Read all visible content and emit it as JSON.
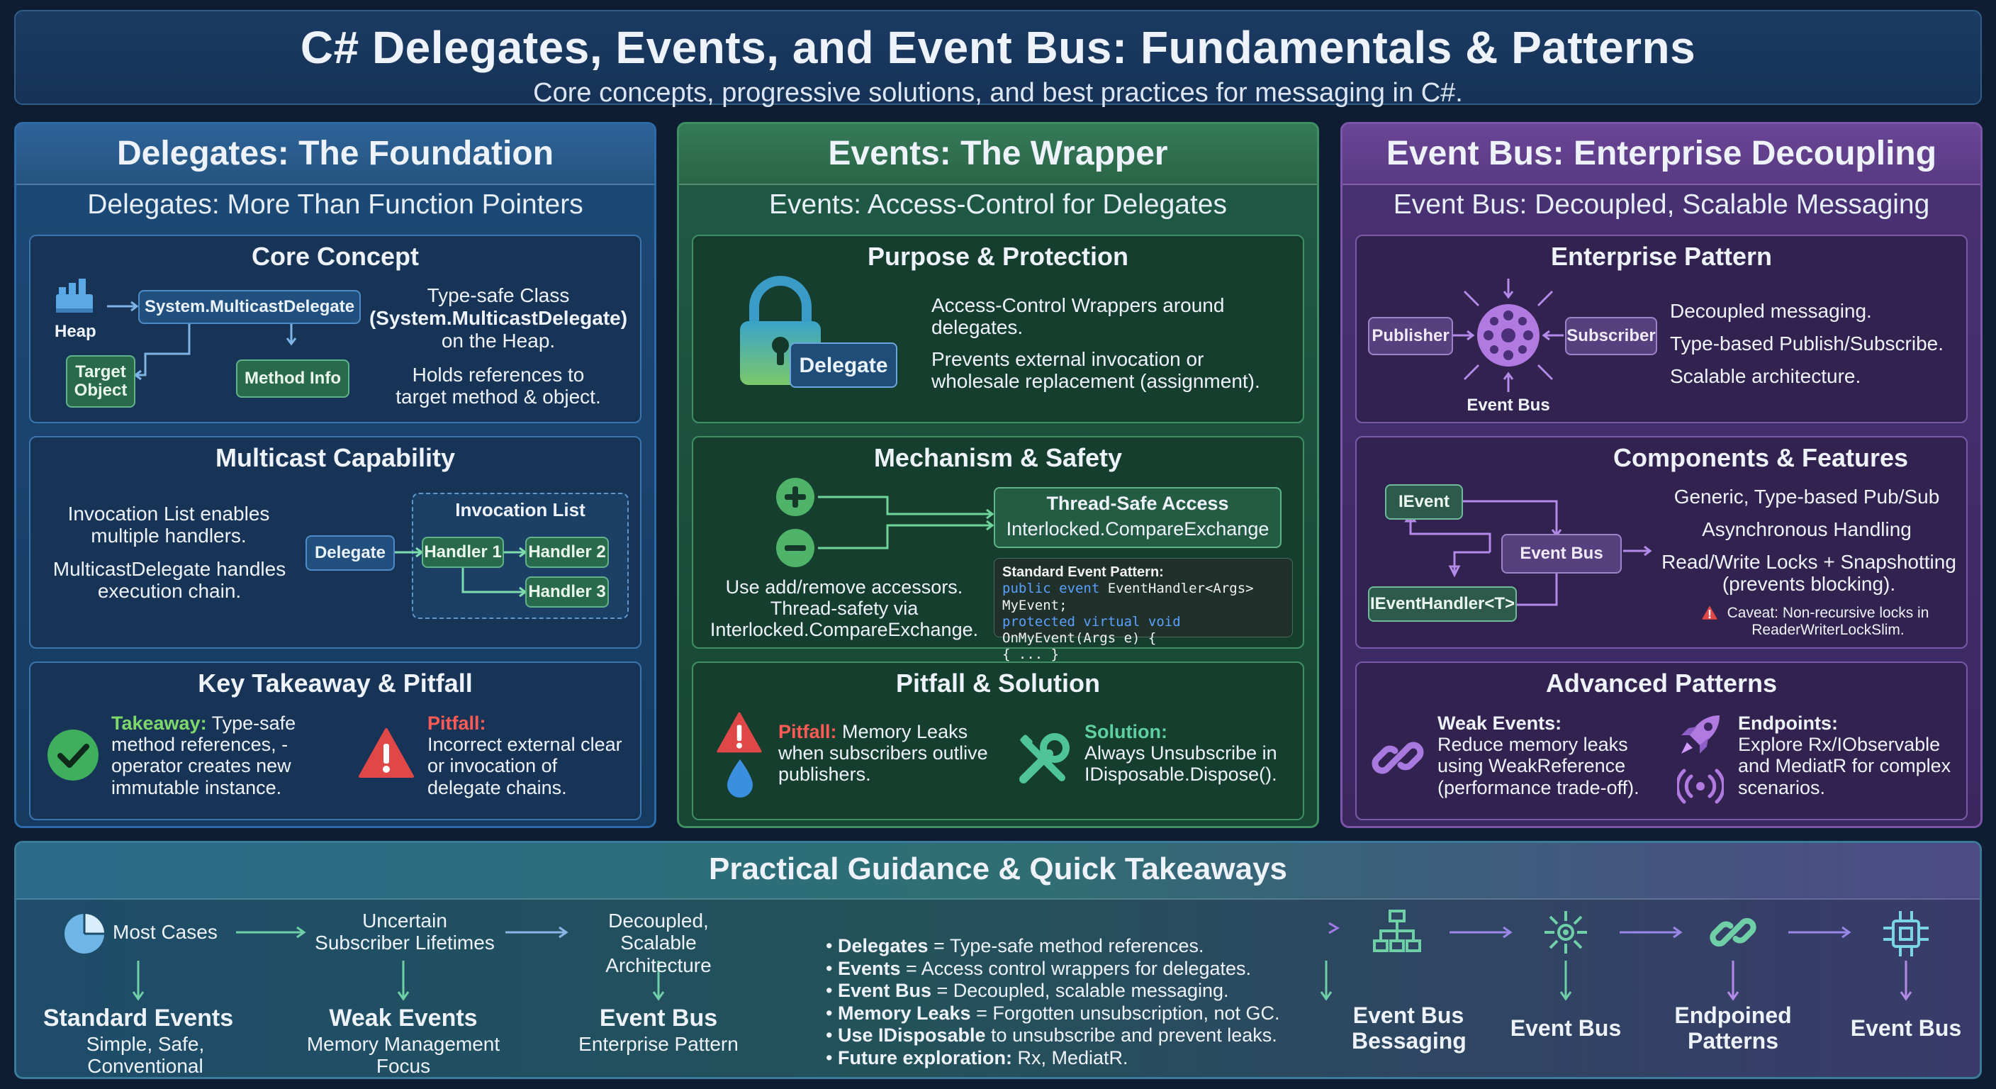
{
  "header": {
    "title": "C# Delegates, Events, and Event Bus: Fundamentals & Patterns",
    "subtitle": "Core concepts, progressive solutions, and best practices for messaging in C#."
  },
  "colors": {
    "blue": "#2d6aa8",
    "green": "#3f8f63",
    "purple": "#7a55a8",
    "takeaway": "#7fd86a",
    "pitfall": "#ff5a55"
  },
  "delegates": {
    "title": "Delegates: The Foundation",
    "subtitle": "Delegates: More Than Function Pointers",
    "core": {
      "title": "Core Concept",
      "heap_label": "Heap",
      "multicast_box": "System.MulticastDelegate",
      "target_box": "Target Object",
      "method_box": "Method Info",
      "desc1_a": "Type-safe Class",
      "desc1_b": "(System.MulticastDelegate)",
      "desc1_c": "on the Heap.",
      "desc2": "Holds references to target method & object."
    },
    "multicast": {
      "title": "Multicast Capability",
      "desc1": "Invocation List enables multiple handlers.",
      "desc2": "MulticastDelegate handles execution chain.",
      "delegate_box": "Delegate",
      "list_title": "Invocation List",
      "handler1": "Handler 1",
      "handler2": "Handler 2",
      "handler3": "Handler 3"
    },
    "takeaway": {
      "title": "Key Takeaway & Pitfall",
      "takeaway_label": "Takeaway:",
      "takeaway_text": "Type-safe method references, - operator creates new immutable instance.",
      "pitfall_label": "Pitfall:",
      "pitfall_text": "Incorrect external clear or invocation of delegate chains."
    }
  },
  "events": {
    "title": "Events: The Wrapper",
    "subtitle": "Events: Access-Control for Delegates",
    "purpose": {
      "title": "Purpose & Protection",
      "lock_label": "Delegate",
      "desc1": "Access-Control Wrappers around delegates.",
      "desc2": "Prevents external invocation or wholesale replacement (assignment)."
    },
    "mechanism": {
      "title": "Mechanism & Safety",
      "thread_title": "Thread-Safe Access",
      "thread_sub": "Interlocked.CompareExchange",
      "desc": "Use add/remove accessors. Thread-safety via Interlocked.CompareExchange.",
      "code_title": "Standard Event Pattern:",
      "code_line1_kw": "public event",
      "code_line1_rest": " EventHandler<Args> MyEvent;",
      "code_line2_kw": "protected virtual void",
      "code_line2_rest": " OnMyEvent(Args e) {",
      "code_line3": "{ ... }"
    },
    "pitfall": {
      "title": "Pitfall & Solution",
      "pitfall_label": "Pitfall:",
      "pitfall_text": "Memory Leaks when subscribers outlive publishers.",
      "solution_label": "Solution:",
      "solution_text": "Always Unsubscribe in IDisposable.Dispose()."
    }
  },
  "eventbus": {
    "title": "Event Bus: Enterprise Decoupling",
    "subtitle": "Event Bus: Decoupled, Scalable Messaging",
    "enterprise": {
      "title": "Enterprise Pattern",
      "publisher": "Publisher",
      "subscriber": "Subscriber",
      "hub_label": "Event Bus",
      "point1": "Decoupled messaging.",
      "point2": "Type-based Publish/Subscribe.",
      "point3": "Scalable architecture."
    },
    "components": {
      "title": "Components & Features",
      "ievent": "IEvent",
      "bus": "Event Bus",
      "handler": "IEventHandler<T>",
      "f1": "Generic, Type-based Pub/Sub",
      "f2": "Asynchronous Handling",
      "f3": "Read/Write Locks + Snapshotting (prevents blocking).",
      "caveat": "Caveat: Non-recursive locks in ReaderWriterLockSlim."
    },
    "advanced": {
      "title": "Advanced Patterns",
      "weak_label": "Weak Events:",
      "weak_text": "Reduce memory leaks using WeakReference (performance trade-off).",
      "end_label": "Endpoints:",
      "end_text": "Explore Rx/IObservable and MediatR for complex scenarios."
    }
  },
  "guidance": {
    "title": "Practical Guidance & Quick Takeaways",
    "flow": [
      {
        "top": "Most Cases",
        "bottom_title": "Standard Events",
        "bottom_sub": "Simple, Safe, Conventional"
      },
      {
        "top": "Uncertain Subscriber Lifetimes",
        "bottom_title": "Weak Events",
        "bottom_sub": "Memory Management Focus"
      },
      {
        "top": "Decoupled, Scalable Architecture",
        "bottom_title": "Event Bus",
        "bottom_sub": "Enterprise Pattern"
      }
    ],
    "bullets": [
      {
        "b": "Delegates",
        "t": " = Type-safe method references."
      },
      {
        "b": "Events",
        "t": " = Access control wrappers for delegates."
      },
      {
        "b": "Event Bus",
        "t": " = Decoupled, scalable messaging."
      },
      {
        "b": "Memory Leaks",
        "t": " = Forgotten unsubscription, not GC."
      },
      {
        "b": "Use IDisposable",
        "t": " to unsubscribe and prevent leaks."
      },
      {
        "b": "Future exploration:",
        "t": " Rx, MediatR."
      }
    ],
    "icons": [
      {
        "label": "Event Bus Bessaging",
        "icon": "hierarchy-icon"
      },
      {
        "label": "Event Bus",
        "icon": "hub-icon"
      },
      {
        "label": "Endpoined Patterns",
        "icon": "link-icon"
      },
      {
        "label": "Event Bus",
        "icon": "chip-icon"
      }
    ]
  }
}
